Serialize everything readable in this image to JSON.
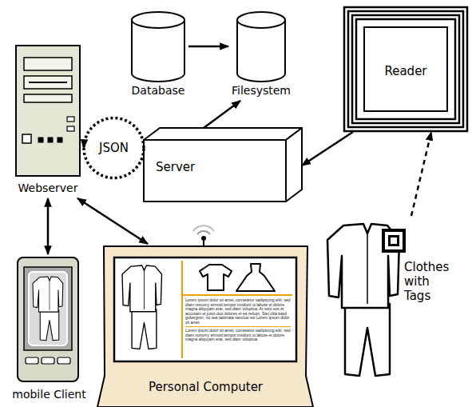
{
  "diagram": {
    "nodes": [
      {
        "text": [
          "Database"
        ]
      },
      {
        "text": [
          "Filesystem"
        ]
      },
      {
        "text": [
          "Reader"
        ]
      },
      {
        "text": [
          "Webserver"
        ]
      },
      {
        "text": [
          "Server"
        ]
      },
      {
        "text": [
          "Clothes with Tags"
        ]
      },
      {
        "text": [
          "Personal Computer"
        ]
      },
      {
        "text": [
          "mobile Client"
        ]
      }
    ],
    "edges": [
      {
        "from": 0,
        "to": 1,
        "arrow": "to"
      },
      {
        "from": 4,
        "to": 1,
        "arrow": "to"
      },
      {
        "from": 2,
        "to": 4,
        "arrow": "to"
      },
      {
        "from": 5,
        "to": 2,
        "arrow": "to"
      },
      {
        "from": 4,
        "to": 3,
        "label": "JSON",
        "arrow": "to"
      },
      {
        "from": 3,
        "to": 7,
        "arrow": "both"
      },
      {
        "from": 3,
        "to": 6,
        "arrow": "both"
      }
    ],
    "labels": [
      "Lorem ipsum dolor sit amet, consetetur sadipscing elitr, sed diam nonumy eirmod tempor invidunt ut labore et dolore magna aliquyam erat, sed diam voluptua. At vero eos et accusam et justo duo dolores et ea rebum. Stet clita kasd gubergren, no sea takimata sanctus est Lorem ipsum dolor sit amet.",
      "Lorem ipsum dolor sit amet, consetetur sadipscing elitr, sed diam nonumy eirmod tempor invidunt ut labore et dolore magna aliquyam erat, sed diam voluptua."
    ]
  }
}
